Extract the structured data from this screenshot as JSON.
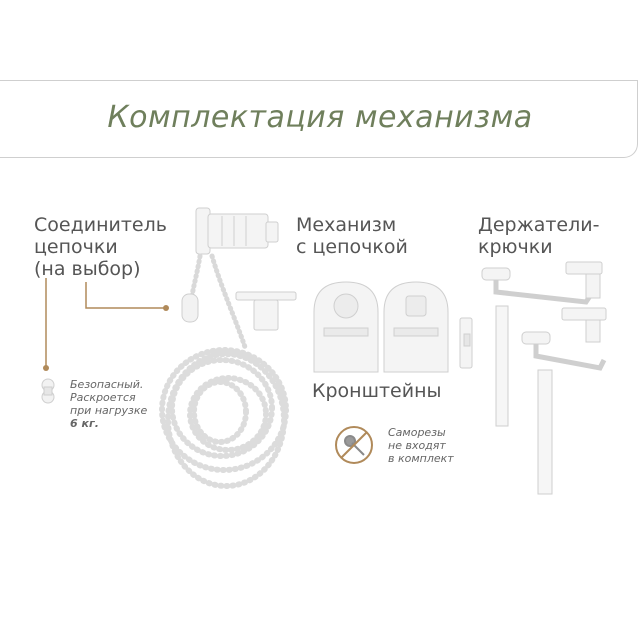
{
  "title": "Комплектация механизма",
  "labels": {
    "connector": [
      "Соединитель",
      "цепочки",
      "(на выбор)"
    ],
    "mechanism": [
      "Механизм",
      "с цепочкой"
    ],
    "holders": [
      "Держатели-",
      "крючки"
    ],
    "brackets": "Кронштейны"
  },
  "notes": {
    "safe": [
      "Безопасный.",
      "Раскроется",
      "при нагрузке"
    ],
    "safe_load": "6 кг.",
    "screws": [
      "Саморезы",
      "не входят",
      "в комплект"
    ]
  },
  "colors": {
    "title": "#6f7f5c",
    "accent": "#b08a5a",
    "banner_border": "#cfcfcf"
  },
  "icons": [
    "no-screws-icon",
    "safety-connector-icon"
  ]
}
